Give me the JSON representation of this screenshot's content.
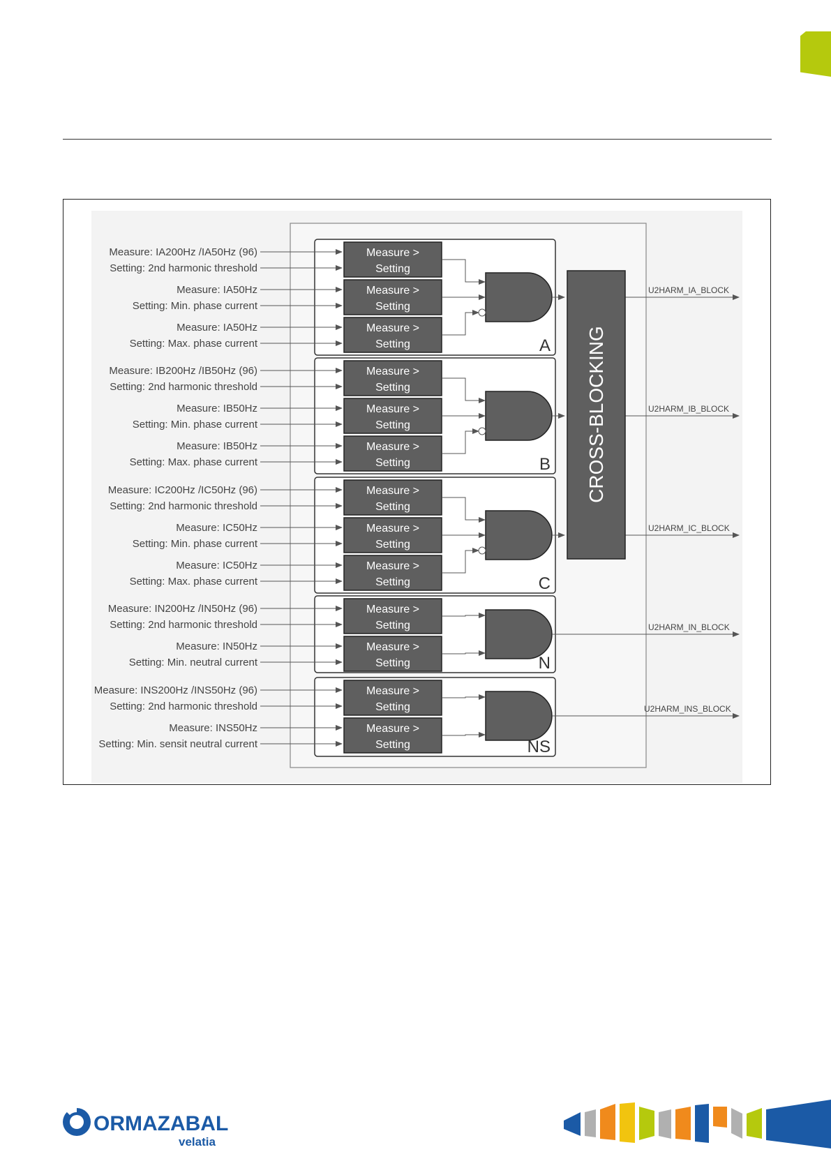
{
  "diagram": {
    "measure_block": {
      "line1": "Measure >",
      "line2": "Setting"
    },
    "cross_blocking": "CROSS-BLOCKING",
    "groups": [
      {
        "id": "A",
        "label": "A",
        "output": "U2HARM_IA_BLOCK",
        "inputs": [
          {
            "measure": "Measure: IA200Hz /IA50Hz (96)",
            "setting": "Setting: 2nd harmonic threshold"
          },
          {
            "measure": "Measure: IA50Hz",
            "setting": "Setting: Min. phase current"
          },
          {
            "measure": "Measure: IA50Hz",
            "setting": "Setting: Max. phase current"
          }
        ]
      },
      {
        "id": "B",
        "label": "B",
        "output": "U2HARM_IB_BLOCK",
        "inputs": [
          {
            "measure": "Measure: IB200Hz /IB50Hz (96)",
            "setting": "Setting: 2nd harmonic threshold"
          },
          {
            "measure": "Measure: IB50Hz",
            "setting": "Setting: Min. phase current"
          },
          {
            "measure": "Measure: IB50Hz",
            "setting": "Setting: Max. phase current"
          }
        ]
      },
      {
        "id": "C",
        "label": "C",
        "output": "U2HARM_IC_BLOCK",
        "inputs": [
          {
            "measure": "Measure: IC200Hz /IC50Hz (96)",
            "setting": "Setting: 2nd harmonic threshold"
          },
          {
            "measure": "Measure: IC50Hz",
            "setting": "Setting: Min. phase current"
          },
          {
            "measure": "Measure: IC50Hz",
            "setting": "Setting: Max. phase current"
          }
        ]
      },
      {
        "id": "N",
        "label": "N",
        "output": "U2HARM_IN_BLOCK",
        "inputs": [
          {
            "measure": "Measure: IN200Hz /IN50Hz (96)",
            "setting": "Setting: 2nd harmonic threshold"
          },
          {
            "measure": "Measure: IN50Hz",
            "setting": "Setting: Min. neutral current"
          }
        ]
      },
      {
        "id": "NS",
        "label": "NS",
        "output": "U2HARM_INS_BLOCK",
        "inputs": [
          {
            "measure": "Measure: INS200Hz /INS50Hz (96)",
            "setting": "Setting: 2nd harmonic threshold"
          },
          {
            "measure": "Measure: INS50Hz",
            "setting": "Setting: Min. sensit neutral current"
          }
        ]
      }
    ]
  },
  "footer": {
    "logo_main": "ORMAZABAL",
    "logo_sub": "velatia"
  },
  "colors": {
    "accent_tab": "#b5c90d",
    "block_fill": "#5f5f5f",
    "logo_blue": "#1b5aa6"
  }
}
